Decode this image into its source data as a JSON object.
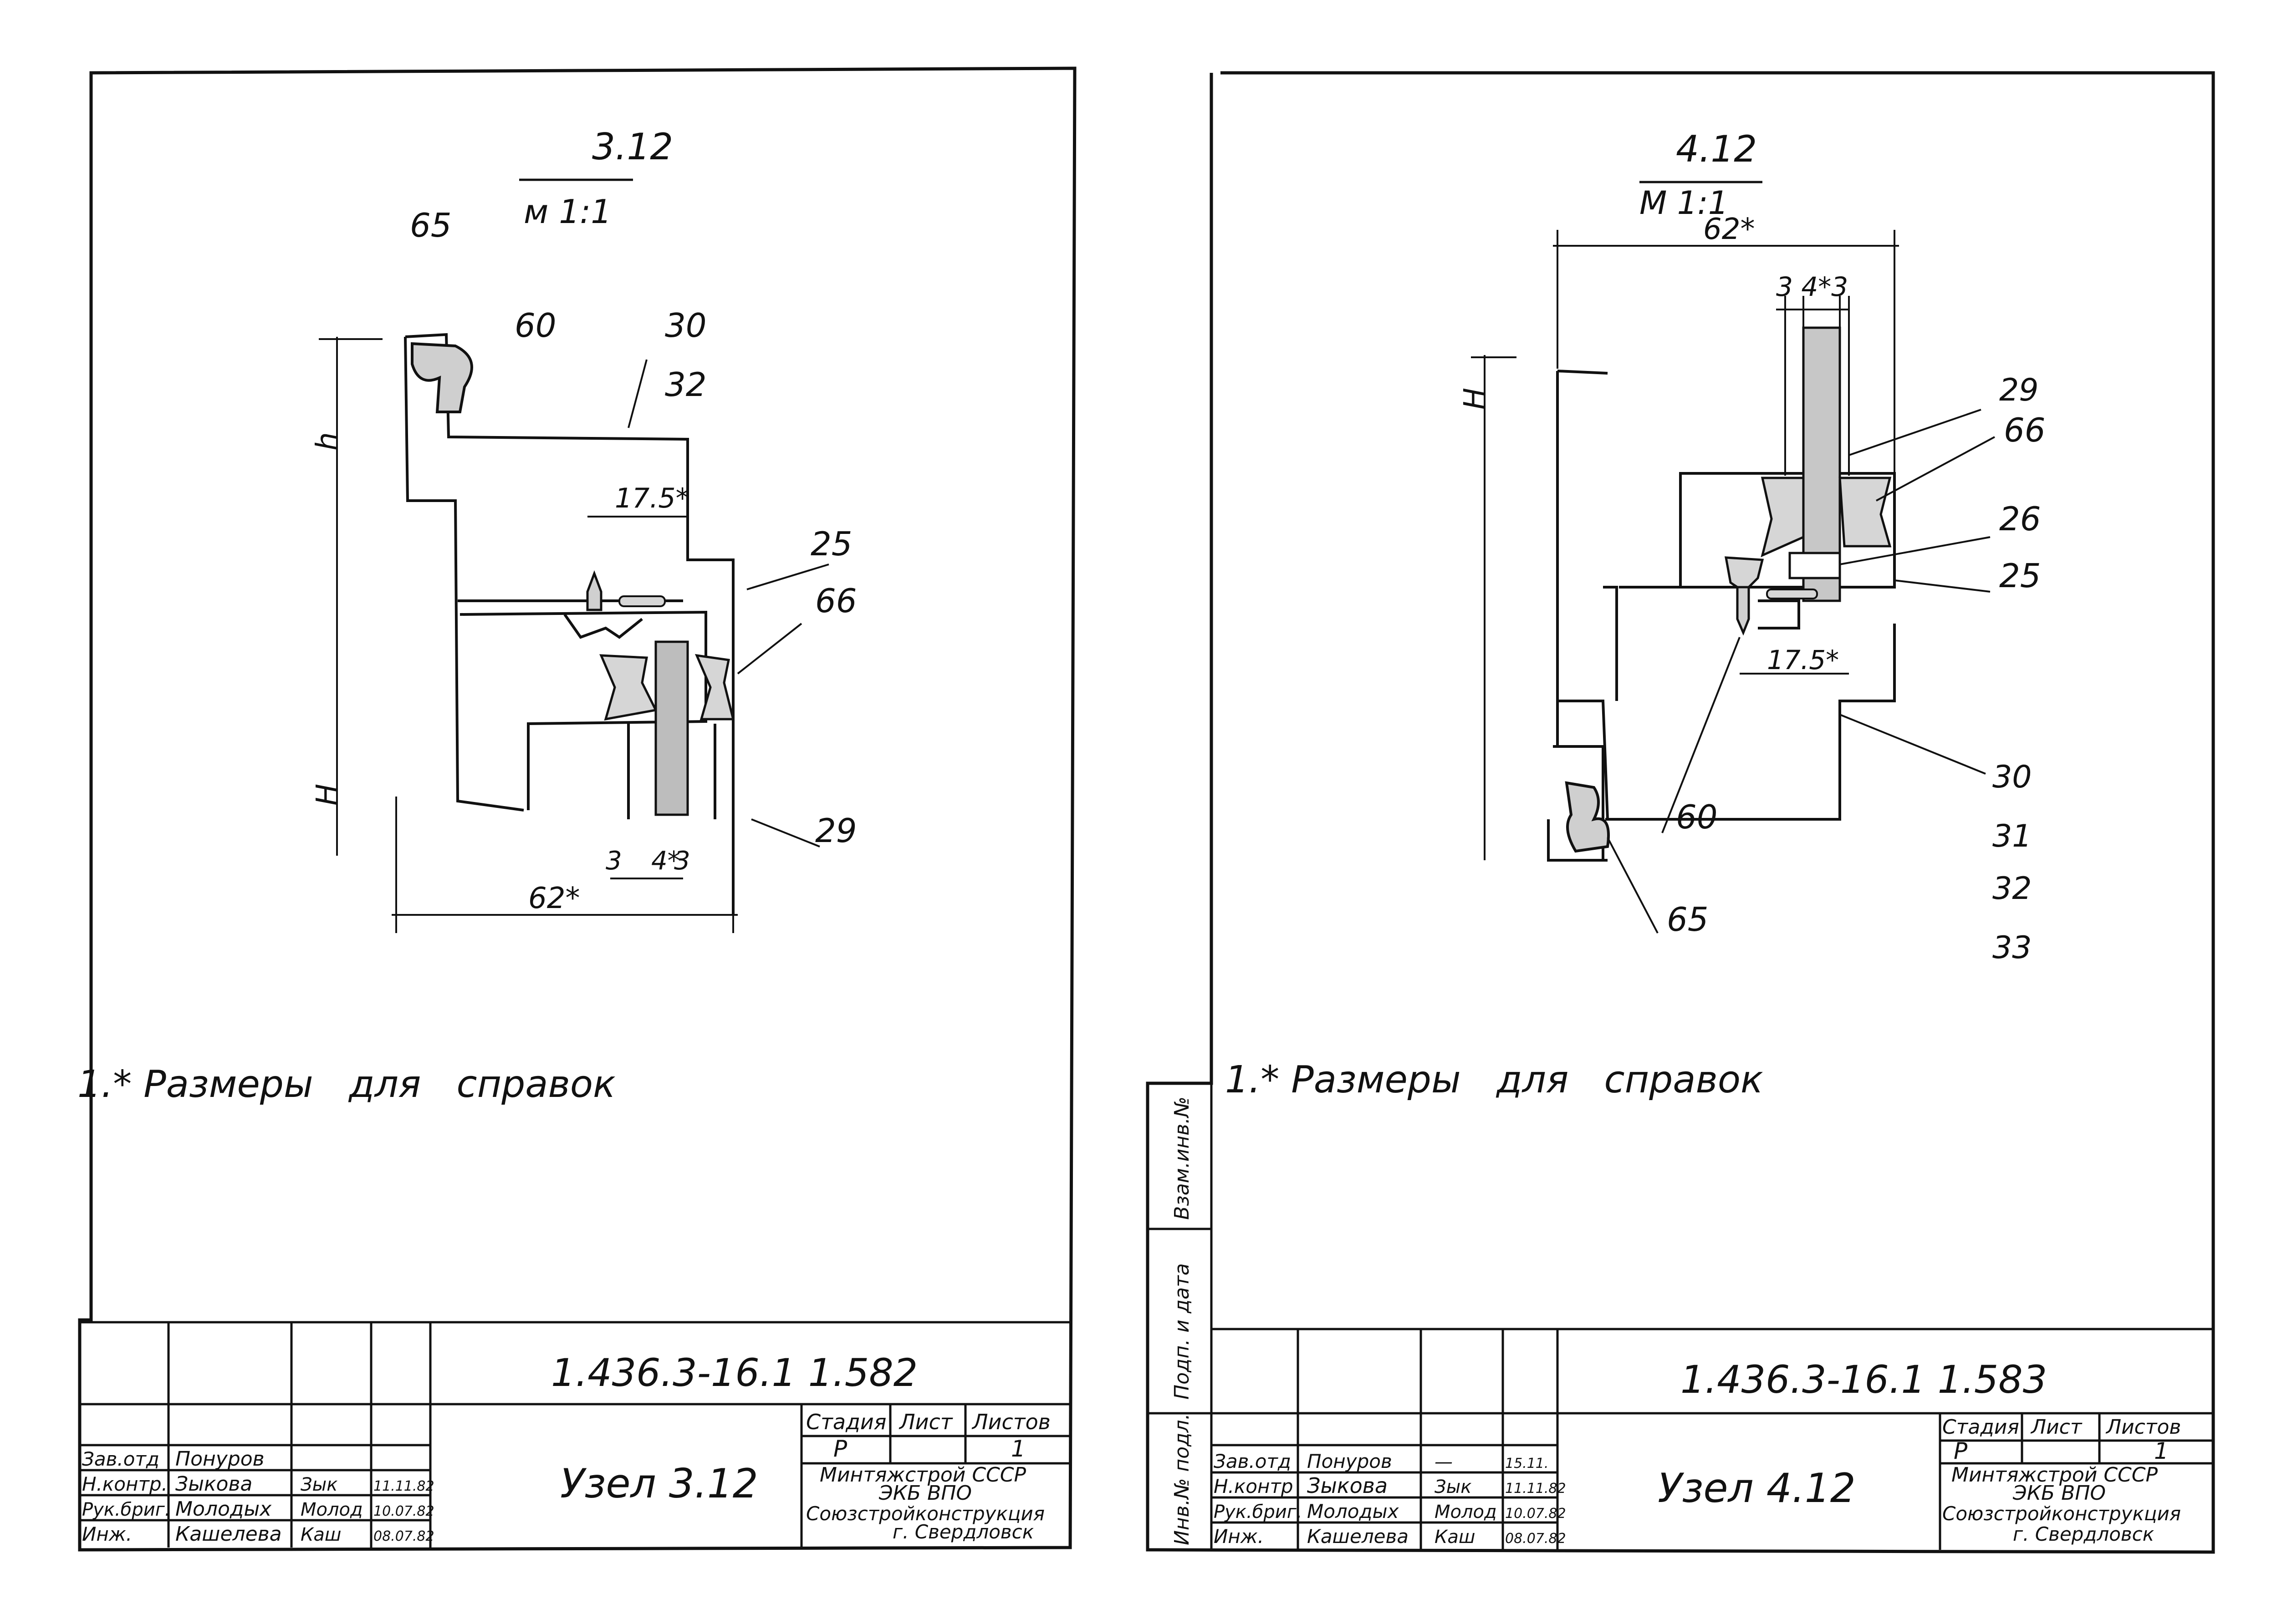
{
  "left": {
    "node_fraction": {
      "num": "3.12",
      "den": "м 1:1"
    },
    "top_label_65": "65",
    "callouts": {
      "c60": "60",
      "c30": "30",
      "c32": "32",
      "c25": "25",
      "c66": "66",
      "c29": "29",
      "dim_175": "17.5*",
      "dim_3a": "3",
      "dim_4": "4*",
      "dim_3b": "3",
      "dim_62": "62*",
      "h": "h",
      "H": "H"
    },
    "note": "1.* Размеры   для   справок",
    "stamp": {
      "doc_number": "1.436.3-16.1 1.582",
      "title": "Узел 3.12",
      "stage_header": "Стадия",
      "sheet_header": "Лист",
      "sheets_header": "Листов",
      "stage": "Р",
      "sheets": "1",
      "org_line1": "Минтяжстрой СССР",
      "org_line2": "ЭКБ ВПО",
      "org_line3": "Союзстройконструкция",
      "org_line4": "г. Свердловск",
      "rows": [
        {
          "role": "Зав.отд",
          "name": "Понуров",
          "sign": "",
          "date": ""
        },
        {
          "role": "Н.контр.",
          "name": "Зыкова",
          "sign": "Зык",
          "date": "11.11.82"
        },
        {
          "role": "Рук.бриг.",
          "name": "Молодых",
          "sign": "Молод",
          "date": "10.07.82"
        },
        {
          "role": "Инж.",
          "name": "Кашелева",
          "sign": "Каш",
          "date": "08.07.82"
        }
      ]
    }
  },
  "right": {
    "node_fraction": {
      "num": "4.12",
      "den": "М 1:1"
    },
    "callouts": {
      "dim_62": "62*",
      "dim_343": "3 4*3",
      "c29": "29",
      "c66": "66",
      "c26": "26",
      "c25": "25",
      "dim_175": "17.5*",
      "c30": "30",
      "c31": "31",
      "c32": "32",
      "c33": "33",
      "c60": "60",
      "c65": "65",
      "H": "H"
    },
    "note": "1.* Размеры   для   справок",
    "margin_labels": [
      "Взам.инв.№",
      "Подп. и дата",
      "Инв.№ подл."
    ],
    "stamp": {
      "doc_number": "1.436.3-16.1 1.583",
      "title": "Узел 4.12",
      "stage_header": "Стадия",
      "sheet_header": "Лист",
      "sheets_header": "Листов",
      "stage": "Р",
      "sheets": "1",
      "org_line1": "Минтяжстрой СССР",
      "org_line2": "ЭКБ ВПО",
      "org_line3": "Союзстройконструкция",
      "org_line4": "г. Свердловск",
      "rows": [
        {
          "role": "Зав.отд",
          "name": "Понуров",
          "sign": "—",
          "date": "15.11."
        },
        {
          "role": "Н.контр",
          "name": "Зыкова",
          "sign": "Зык",
          "date": "11.11.82"
        },
        {
          "role": "Рук.бриг.",
          "name": "Молодых",
          "sign": "Молод",
          "date": "10.07.82"
        },
        {
          "role": "Инж.",
          "name": "Кашелева",
          "sign": "Каш",
          "date": "08.07.82"
        }
      ]
    }
  }
}
